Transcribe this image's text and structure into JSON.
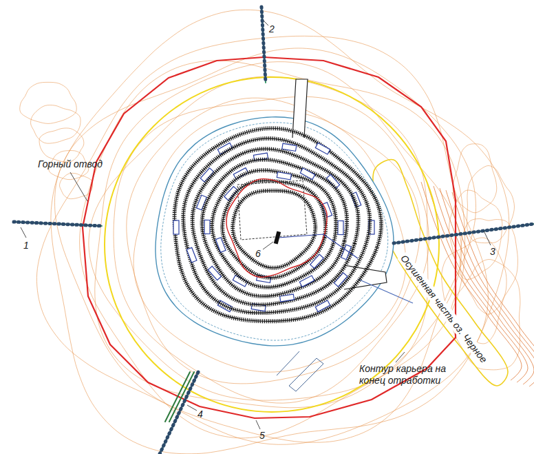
{
  "diagram": {
    "labels": [
      "Горный отвод",
      "1",
      "2",
      "3",
      "4",
      "5",
      "6",
      "Осушенная часть оз. Черное",
      "Контур карьера на конец отработки"
    ]
  }
}
